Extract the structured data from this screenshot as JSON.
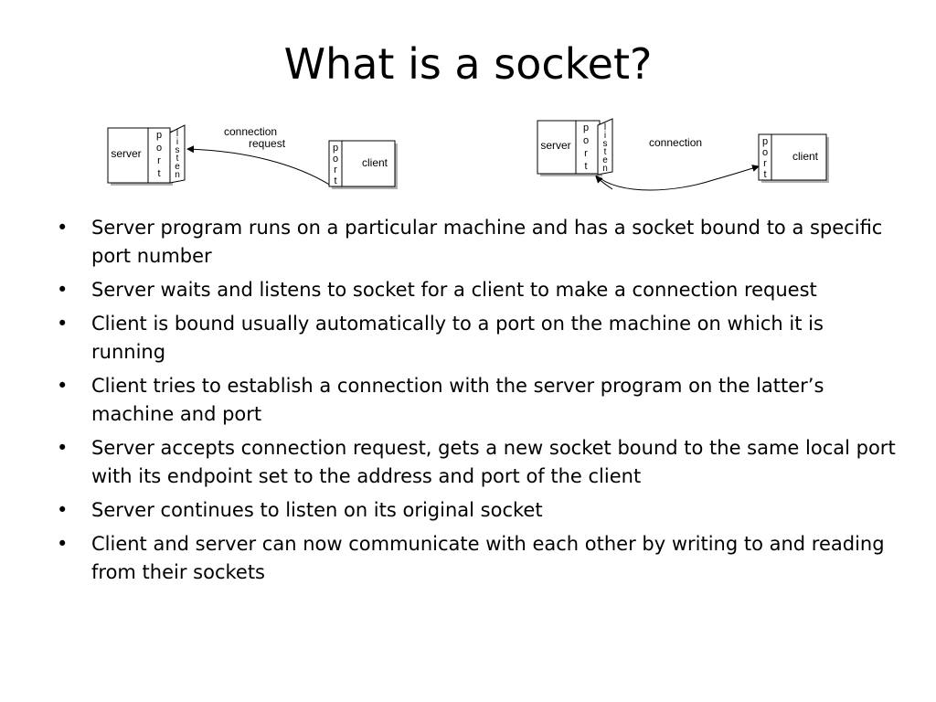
{
  "slide": {
    "title": "What is a socket?"
  },
  "diagrams": {
    "left": {
      "server_label": "server",
      "port_label": [
        "p",
        "o",
        "r",
        "t"
      ],
      "listen_label": [
        "l",
        "i",
        "s",
        "t",
        "e",
        "n"
      ],
      "connection_label_line1": "connection",
      "connection_label_line2": "request",
      "client_port_label": [
        "p",
        "o",
        "r",
        "t"
      ],
      "client_label": "client"
    },
    "right": {
      "server_label": "server",
      "port_label": [
        "p",
        "o",
        "r",
        "t"
      ],
      "listen_label": [
        "l",
        "i",
        "s",
        "t",
        "e",
        "n"
      ],
      "connection_label": "connection",
      "client_port_label": [
        "p",
        "o",
        "r",
        "t"
      ],
      "client_label": "client"
    }
  },
  "bullets": [
    "Server program runs on a particular machine and has a socket bound to a specific port number",
    "Server waits and listens to socket for a client to make a connection request",
    "Client is bound usually automatically to a port on the machine on which it is running",
    "Client tries to establish a connection with the server program on the latter’s machine and port",
    "Server accepts connection request, gets a new socket bound to the same local port with its endpoint set to the address and port of the client",
    "Server continues to listen on its original socket",
    "Client and server can now communicate with each other by writing to and reading from their sockets"
  ],
  "bullet_symbol": "•"
}
